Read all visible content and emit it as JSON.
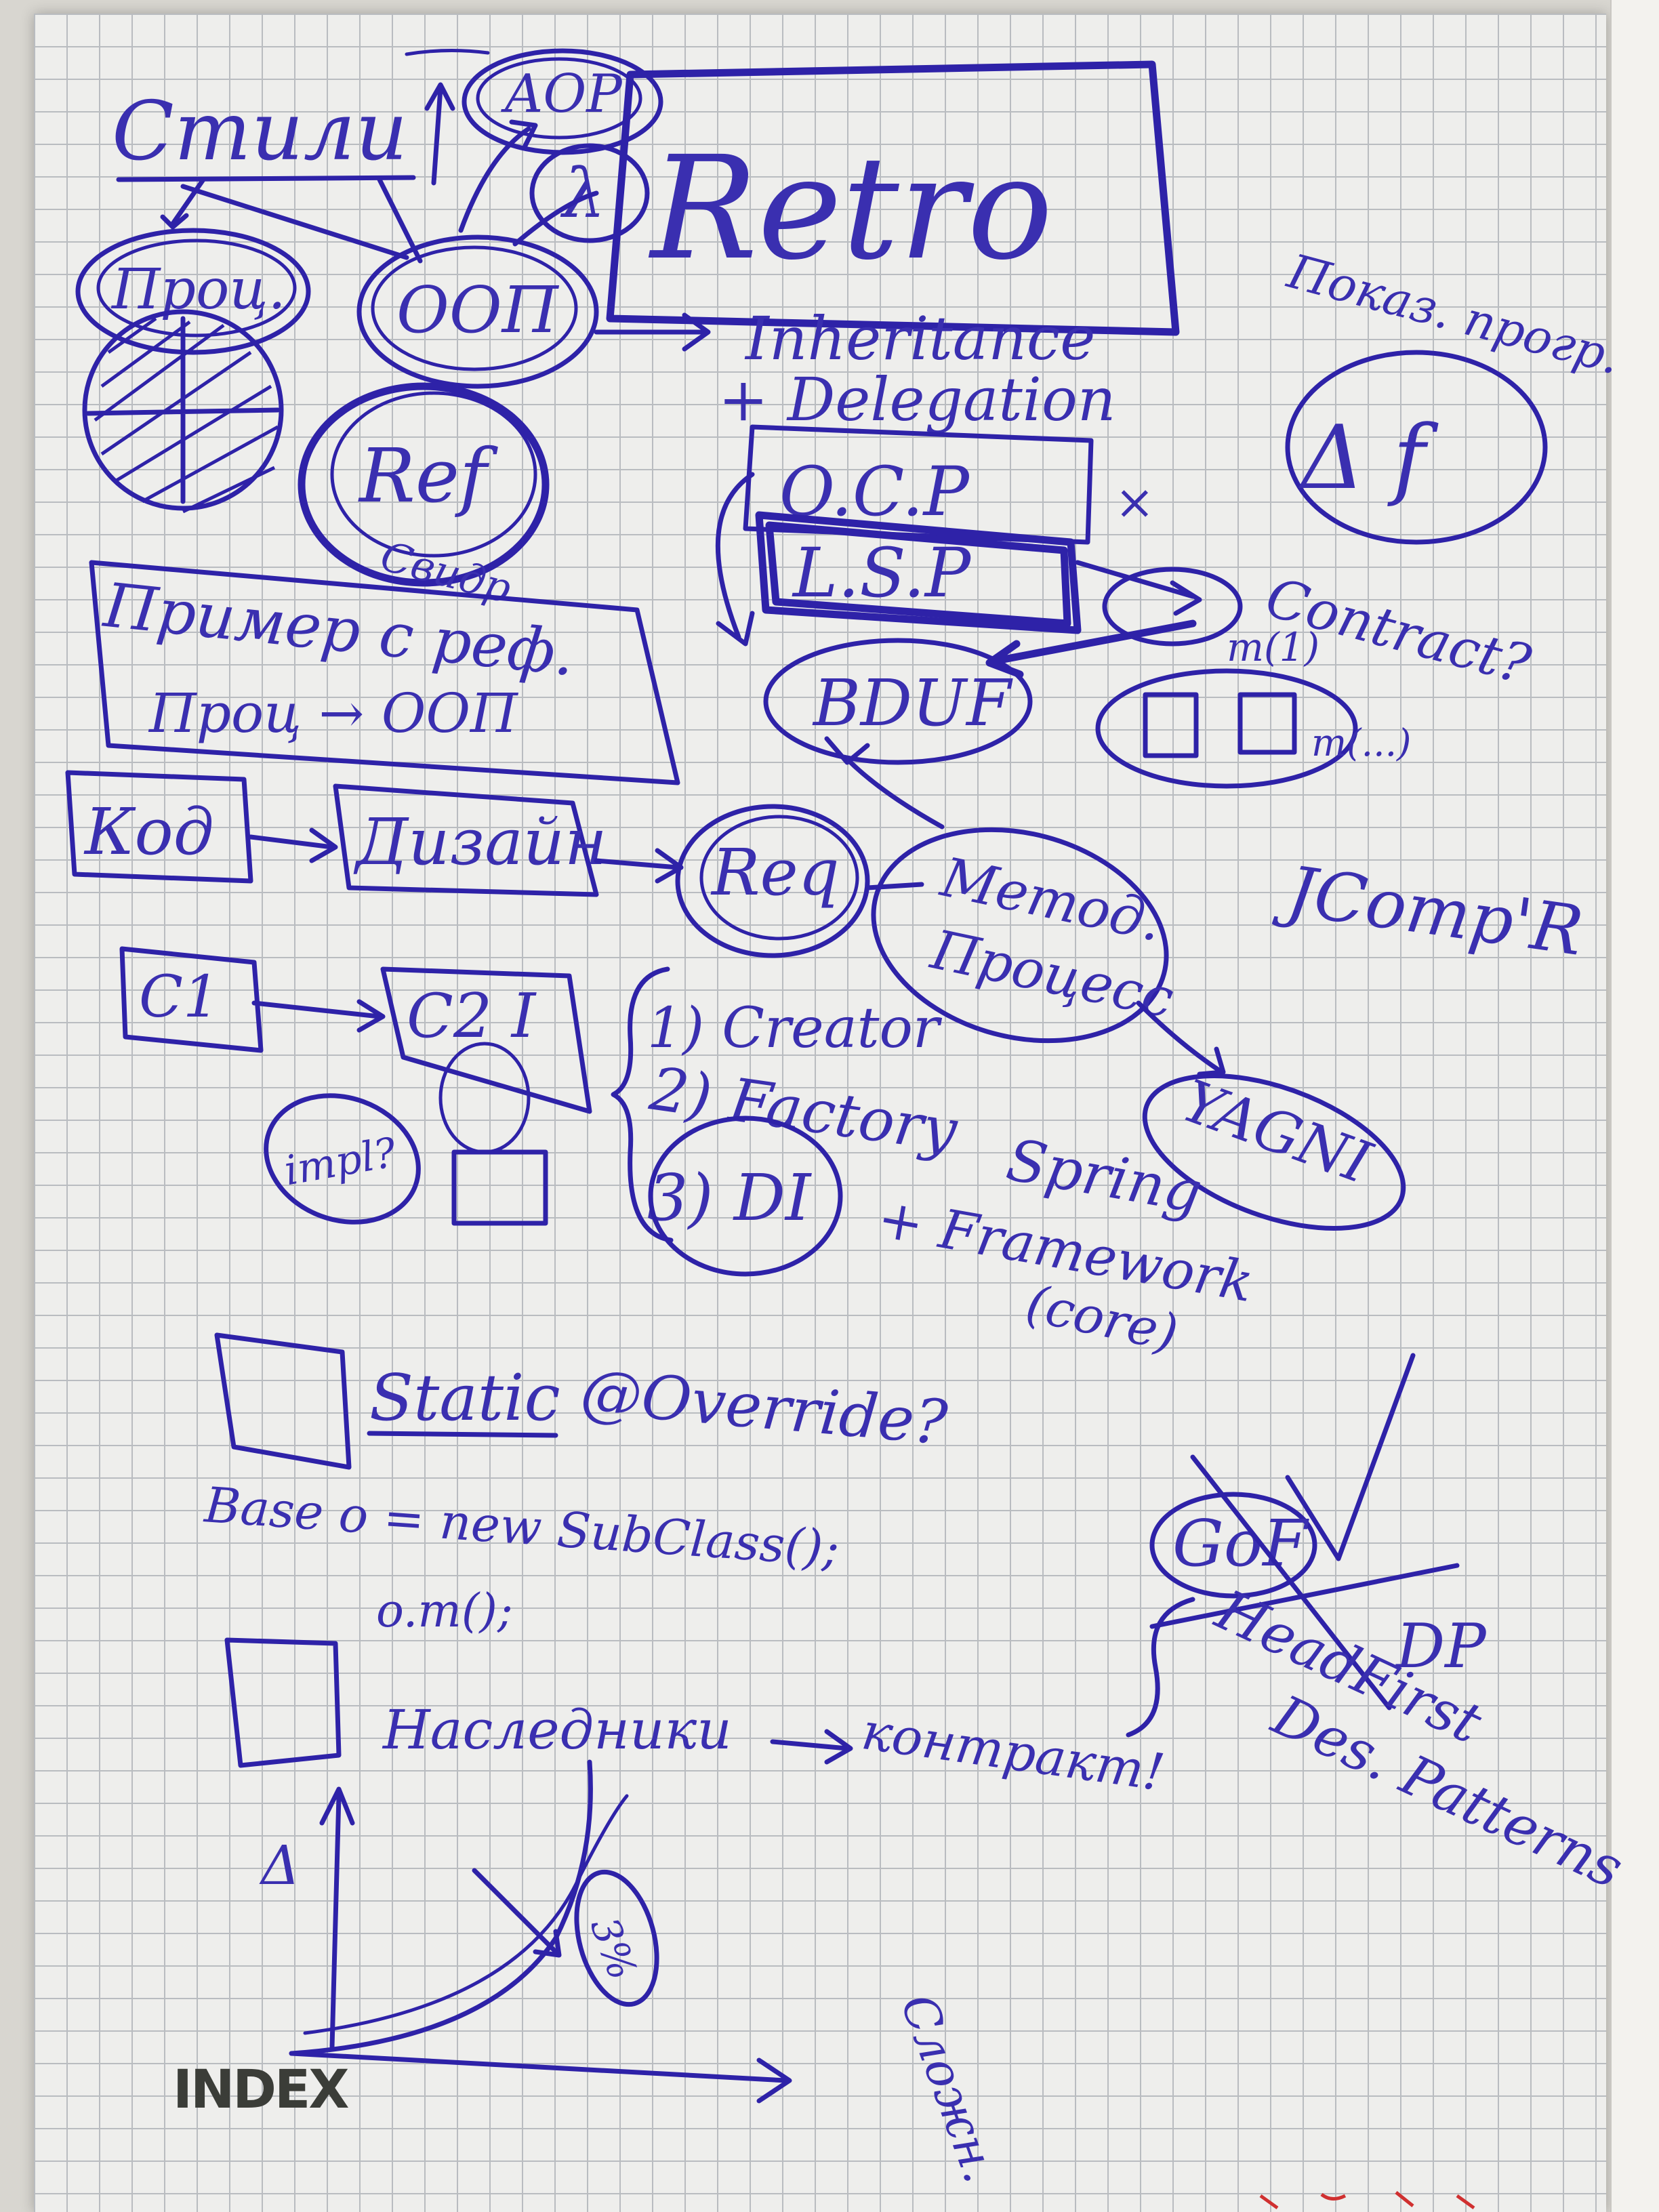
{
  "flipchart": {
    "background_color": "#eeeeec",
    "ink_color": "#2e22a8",
    "retro_title": "Retro",
    "styles_label": "Стили",
    "aop_label": "AOP",
    "fp_label": "λ",
    "oop_label": "ООП",
    "procedural_label": "Проц.",
    "refactoring_label": "Ref",
    "refactoring_sub_label": "Свидр",
    "inheritance_label": "Inheritance",
    "delegation_label": "+ Delegation",
    "ocp_label": "O.C.P",
    "ocp_mark": "×",
    "lsp_label": "L.S.P",
    "bduf_label": "BDUF",
    "contract_label": "Contract?",
    "contract_m1": "m(1)",
    "contract_m2": "m(...)",
    "show_progress_label": "Показ. прогр.",
    "delta_label": "Δ f",
    "jcomp_label": "JComp'R",
    "example_label": "Пример с реф.",
    "example_sub_label": "Проц → ООП",
    "code_label": "Код",
    "design_label": "Дизайн",
    "req_label": "Req",
    "method_label": "Метод.",
    "process_label": "Процесс",
    "yagni_label": "YAGNI",
    "c1_label": "C1",
    "c2_label": "C2 I",
    "impl_label": "impl?",
    "creators": [
      "1) Creator",
      "2) Factory",
      "3) DI"
    ],
    "spring_label": "Spring",
    "framework_label": "+ Framework",
    "core_label": "(core)",
    "static_label": "Static",
    "override_label": "@Override?",
    "code_line_1": "Base o = new SubClass();",
    "code_line_2": "o.m();",
    "heirs_label": "Наследники",
    "contract_arrow_label": "контракт!",
    "gof_label": "GoF",
    "dp_label": "DP",
    "headfirst_label": "HeadFirst",
    "patterns_label": "Des. Patterns",
    "axis_y_label": "Δ",
    "axis_x_label": "Сложн.",
    "percent_label": "3%",
    "logo_text": "INDEX"
  }
}
